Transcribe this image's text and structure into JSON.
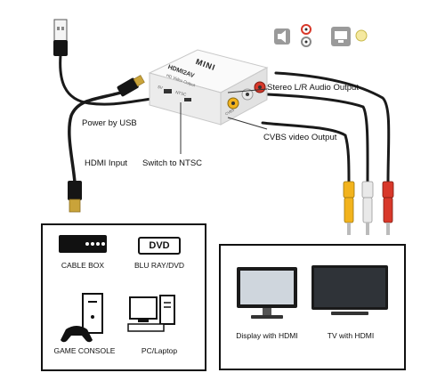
{
  "device": {
    "brand_label": "MINI",
    "model_label": "HDMI2AV",
    "sub_label": "HD Video Output",
    "switch_label": "NTSC",
    "port_label": "5V",
    "output_label": "CVBS"
  },
  "labels": {
    "power": "Power by USB",
    "hdmi_input": "HDMI Input",
    "switch": "Switch to NTSC",
    "stereo": "Stereo L/R Audio Output",
    "cvbs": "CVBS video Output"
  },
  "sources": {
    "cable_box": "CABLE BOX",
    "dvd_badge": "DVD",
    "bluray": "BLU RAY/DVD",
    "game": "GAME CONSOLE",
    "pc": "PC/Laptop"
  },
  "displays": {
    "hdmi_display": "Display with HDMI",
    "tv": "TV with HDMI"
  },
  "colors": {
    "device_body": "#f2f2f2",
    "cable": "#1a1a1a",
    "rca_yellow": "#f2b31d",
    "rca_white": "#e9e9e9",
    "rca_red": "#d8382a",
    "gold": "#c9a33a"
  }
}
